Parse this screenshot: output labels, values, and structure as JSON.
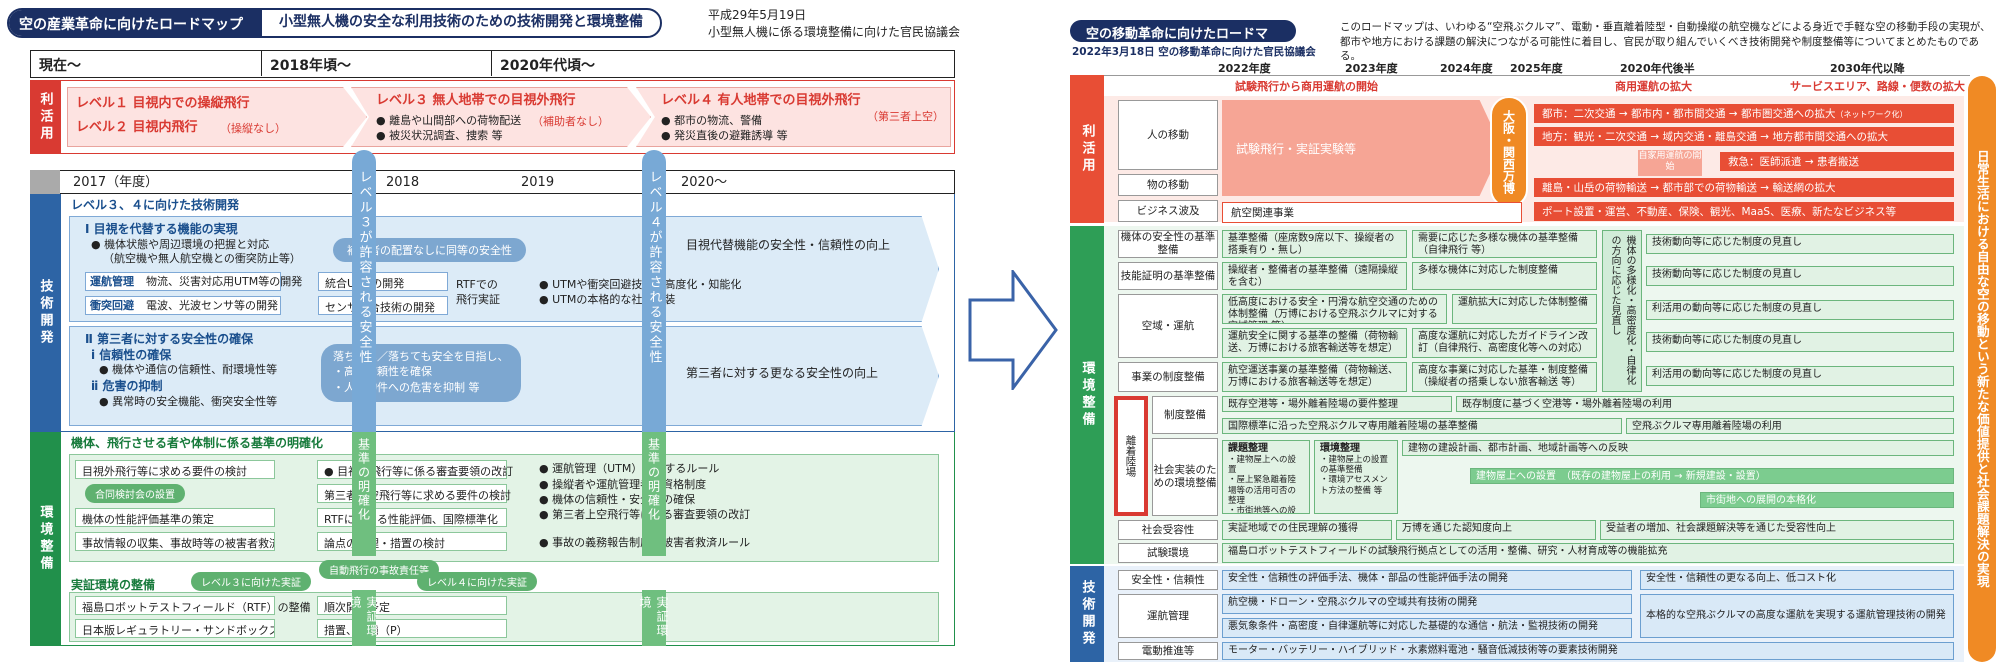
{
  "left": {
    "title": "空の産業革命に向けたロードマップ",
    "subtitle": "小型無人機の安全な利用技術のための技術開発と環境整備",
    "date": "平成29年5月19日",
    "council": "小型無人機に係る環境整備に向けた官民協議会",
    "header": {
      "now": "現在〜",
      "y2018": "2018年頃〜",
      "y2020s": "2020年代頃〜"
    },
    "sections": {
      "use": "利活用",
      "tech": "技術開発",
      "env": "環境整備"
    },
    "levels": {
      "l1": "レベル１ 目視内での操縦飛行",
      "l2": "レベル２ 目視内飛行",
      "l2note": "（操縦なし）",
      "l3": "レベル３ 無人地帯での目視外飛行",
      "l3note": "（補助者なし）",
      "l3b1": "離島や山間部への荷物配送",
      "l3b2": "被災状況調査、捜索 等",
      "l4": "レベル４ 有人地帯での目視外飛行",
      "l4note": "（第三者上空）",
      "l4b1": "都市の物流、警備",
      "l4b2": "発災直後の避難誘導 等"
    },
    "timeline": {
      "y2017": "2017（年度）",
      "y2018": "2018",
      "y2019": "2019",
      "y2020": "2020〜"
    },
    "vbar1": "レベル３が許容される安全性",
    "vbar2": "レベル４が許容される安全性",
    "gbar1": "基準の明確化",
    "gbar2": "実証環境",
    "gbar3": "基準の明確化",
    "gbar4": "実証環境",
    "tech": {
      "head": "レベル３、４に向けた技術開発",
      "i_title": "Ⅰ 目視を代替する機能の実現",
      "i_b1": "機体状態や周辺環境の把握と対応",
      "i_b2": "（航空機や無人航空機との衝突防止等）",
      "utm_l": "運航管理",
      "utm_t": "物流、災害対応用UTM等の開発",
      "col_l": "衝突回避",
      "col_t": "電波、光波センサ等の開発",
      "cloud1": "補助者の配置なしに同等の安全性",
      "utm2": "統合UTMの開発",
      "sensor2": "センサ統合技術の開発",
      "rtf": "RTFでの",
      "rtf2": "飛行実証",
      "right1": "目視代替機能の安全性・信頼性の向上",
      "r_b1": "UTMや衝突回避技術の高度化・知能化",
      "r_b2": "UTMの本格的な社会実装",
      "ii_title": "Ⅱ 第三者に対する安全性の確保",
      "ii_i": "ⅰ 信頼性の確保",
      "ii_ib": "機体や通信の信頼性、耐環境性等",
      "ii_ii": "ⅱ 危害の抑制",
      "ii_iib": "異常時の安全機能、衝突安全性等",
      "cloud2": "落ちない／落ちても安全を目指し、",
      "cloud2b": "高い信頼性を確保",
      "cloud2c": "人や物件への危害を抑制 等",
      "right2": "第三者に対する更なる安全性の向上"
    },
    "env": {
      "head": "機体、飛行させる者や体制に係る基準の明確化",
      "r1": "目視外飛行等に求める要件の検討",
      "r1b": "目視外飛行等に係る審査要領の改訂",
      "tag1": "合同検討会の設置",
      "r2b": "第三者上空飛行等に求める要件の検討",
      "r3": "機体の性能評価基準の策定",
      "r3b": "RTFにおける性能評価、国際標準化",
      "r4": "事故情報の収集、事故時等の被害者救済に係る",
      "r4b": "論点の整理・措置の検討",
      "c1": "運航管理（UTM）に関するルール",
      "c2": "操縦者や運航管理者の資格制度",
      "c3": "機体の信頼性・安全性の確保",
      "c4": "第三者上空飛行等に係る審査要領の改訂",
      "c5": "事故の義務報告制度、被害者救済ルール",
      "tag2": "自動飛行の事故責任等",
      "demo_head": "実証環境の整備",
      "tag3": "レベル３に向けた実証",
      "tag4": "レベル４に向けた実証",
      "d1": "福島ロボットテストフィールド（RTF）の整備",
      "d1b": "順次開所予定",
      "d2": "日本版レギュラトリー・サンドボックス制度の検討",
      "d2b": "措置、運用（P）"
    }
  },
  "right": {
    "title": "空の移動革命に向けたロードマップ",
    "date": "2022年3月18日 空の移動革命に向けた官民協議会",
    "desc": "このロードマップは、いわゆる“空飛ぶクルマ”、電動・垂直離着陸型・自動操縦の航空機などによる身近で手軽な空の移動手段の実現が、都市や地方における課題の解決につながる可能性に着目し、官民が取り組んでいくべき技術開発や制度整備等についてまとめたものである。",
    "years": [
      "2022年度",
      "2023年度",
      "2024年度",
      "2025年度",
      "2020年代後半",
      "2030年代以降"
    ],
    "phases": {
      "p1": "試験飛行から商用運航の開始",
      "p2": "商用運航の拡大",
      "p3": "サービスエリア、路線・便数の拡大"
    },
    "sections": {
      "use": "利活用",
      "env": "環境整備",
      "tech": "技術開発"
    },
    "rows": {
      "people": "人の移動",
      "goods": "物の移動",
      "biz": "ビジネス波及",
      "trial": "試験飛行・実証実験等",
      "expo": "大阪・関西万博",
      "city": "都市：二次交通 → 都市内・都市間交通 → 都市圏交通への拡大",
      "net": "（ネットワーク化）",
      "local": "地方：観光・二次交通 → 域内交通・離島交通 → 地方都市間交通への拡大",
      "own": "自家用運航の開始",
      "rescue": "救急：医師派遣 → 患者搬送",
      "island": "離島・山岳の荷物輸送 → 都市部での荷物輸送 → 輸送網の拡大",
      "aviation": "航空関連事業",
      "port": "ポート設置・運営、不動産、保険、観光、MaaS、医療、新たなビジネス等",
      "safety": "機体の安全性の基準整備",
      "safety1": "基準整備（座席数9席以下、操縦者の搭乗有り・無し）",
      "safety2": "需要に応じた多様な機体の基準整備（自律飛行 等）",
      "cert": "技能証明の基準整備",
      "cert1": "操縦者・整備者の基準整備（遠隔操縦を含む）",
      "cert2": "多様な機体に対応した制度整備",
      "airspace": "空域・運航",
      "as1": "低高度における安全・円滑な航空交通のための体制整備（万博における空飛ぶクルマに対する空域管理 等）",
      "as2": "運航拡大に対応した体制整備",
      "as3": "運航安全に関する基準の整備（荷物輸送、万博における旅客輸送等を想定）",
      "as4": "高度な運航に対応したガイドライン改訂（自律飛行、高密度化等への対応）",
      "biz2": "事業の制度整備",
      "bz1": "航空運送事業の基準整備（荷物輸送、万博における旅客輸送等を想定）",
      "bz2": "高度な事業に対応した基準・制度整備（操縦者の搭乗しない旅客輸送 等）",
      "mid": "機体の多様化・高密度化・自律化の方向に応じた見直し",
      "review1": "技術動向等に応じた制度の見直し",
      "review2": "技術動向等に応じた制度の見直し",
      "review3": "利活用の動向等に応じた制度の見直し",
      "review4": "技術動向等に応じた制度の見直し",
      "review5": "利活用の動向等に応じた制度の見直し",
      "vport": "離着陸場",
      "system": "制度整備",
      "vp1": "既存空港等・場外離着陸場の要件整理",
      "vp2": "既存制度に基づく空港等・場外離着陸場の利用",
      "vp3": "国際標準に沿った空飛ぶクルマ専用離着陸場の基準整備",
      "vp4": "空飛ぶクルマ専用離着陸場の利用",
      "social": "社会実装のための環境整備",
      "task": "課題整理",
      "task_b": "・建物屋上への設置\n・屋上緊急離着陸場等の活用可否の整理\n・市街地等への設置 等",
      "env1": "環境整理",
      "env1b": "・建物屋上の設置の基準整備\n・環境アセスメント方法の整備 等",
      "bld": "建物の建設計画、都市計画、地域計画等への反映",
      "roof": "建物屋上への設置",
      "roof2": "（既存の建物屋上の利用 → 新規建設・設置）",
      "urban": "市街地への展開の本格化",
      "accept": "社会受容性",
      "acc1": "実証地域での住民理解の獲得",
      "acc2": "万博を通じた認知度向上",
      "acc3": "受益者の増加、社会課題解決等を通じた受容性向上",
      "test": "試験環境",
      "test1": "福島ロボットテストフィールドの試験飛行拠点としての活用・整備、研究・人材育成等の機能拡充",
      "reliab": "安全性・信頼性",
      "rel1": "安全性・信頼性の評価手法、機体・部品の性能評価手法の開発",
      "rel2": "安全性・信頼性の更なる向上、低コスト化",
      "ops": "運航管理",
      "ops1": "航空機・ドローン・空飛ぶクルマの空域共有技術の開発",
      "ops2": "悪気象条件・高密度・自律運航等に対応した基礎的な通信・航法・監視技術の開発",
      "ops3": "本格的な空飛ぶクルマの高度な運航を実現する運航管理技術の開発",
      "elec": "電動推進等",
      "elec1": "モーター・バッテリー・ハイブリッド・水素燃料電池・騒音低減技術等の要素技術開発"
    },
    "vision": "日常生活における自由な空の移動という新たな価値提供と社会課題解決の実現"
  },
  "colors": {
    "navy": "#1b2f63",
    "red": "#d93a32",
    "blue": "#2d64a5",
    "green": "#21904b",
    "orange": "#f08a24"
  }
}
